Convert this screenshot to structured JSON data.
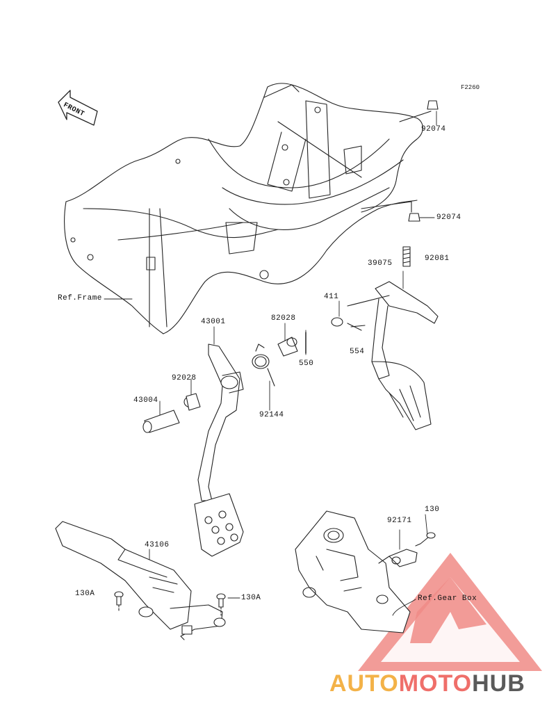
{
  "figure_code": "F2260",
  "front_label": "FRONT",
  "labels": {
    "p92074a": "92074",
    "p92074b": "92074",
    "p39075": "39075",
    "p92081": "92081",
    "p411": "411",
    "p554": "554",
    "ref_frame": "Ref.Frame",
    "p43001": "43001",
    "p82028": "82028",
    "p550": "550",
    "p92028": "92028",
    "p43004": "43004",
    "p92144": "92144",
    "p130": "130",
    "p92171": "92171",
    "ref_gearbox": "Ref.Gear Box",
    "p43106": "43106",
    "p130a_left": "130A",
    "p130a_right": "130A"
  },
  "watermark": {
    "part1": "AUTO",
    "part2": "MOTO",
    "part3": "HUB",
    "colors": {
      "auto": "#f3b248",
      "moto": "#ef6f6a",
      "hub": "#5a5a5a"
    }
  }
}
